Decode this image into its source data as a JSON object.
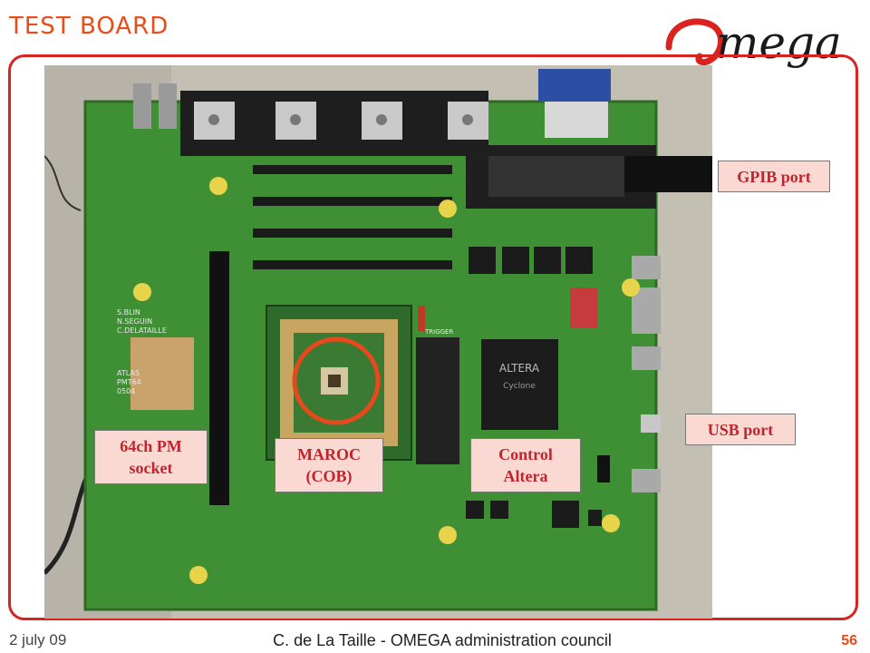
{
  "slide": {
    "title": "TEST BOARD",
    "logo_text": "Omega"
  },
  "labels": {
    "gpib": "GPIB port",
    "usb": "USB port",
    "pm_socket": "64ch PM\nsocket",
    "maroc": "MAROC\n(COB)",
    "control": "Control\nAltera"
  },
  "chip_text": {
    "altera": "ALTERA",
    "cyclone": "Cyclone"
  },
  "board_text": {
    "trigger": "TRIGGER",
    "names": "S.BLIN\nN.SEGUIN\nC.DELATAILLE",
    "atlas": "ATLAS\nPMT64\n0504"
  },
  "footer": {
    "date": "2 july 09",
    "center": "C. de La Taille - OMEGA administration council",
    "page": "56"
  },
  "colors": {
    "accent": "#e84c1a",
    "frame": "#d9231f",
    "label_bg": "#fbd9d3",
    "label_text": "#c2242d",
    "pcb": "#3f8f35"
  }
}
